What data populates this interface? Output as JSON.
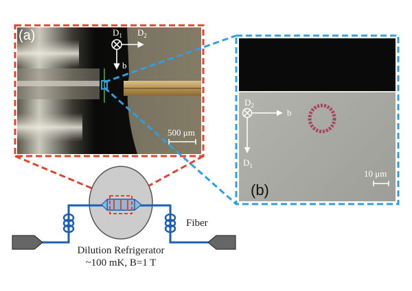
{
  "colors": {
    "zoom_red": "#e0442c",
    "zoom_blue": "#2e9fe0",
    "fiber": "#1a5fb4",
    "cryostat_fill": "#cccccc",
    "connector": "#666666"
  },
  "panel_a": {
    "label": "(a)",
    "axis_d1": "D",
    "axis_d1_sub": "1",
    "axis_d2": "D",
    "axis_d2_sub": "2",
    "axis_b": "b",
    "scale_bar": "500 μm"
  },
  "panel_b": {
    "label": "(b)",
    "axis_d2": "D",
    "axis_d2_sub": "2",
    "axis_b": "b",
    "axis_d1": "D",
    "axis_d1_sub": "1",
    "scale_bar": "10 μm"
  },
  "setup": {
    "fiber_label": "Fiber",
    "fridge_line1": "Dilution Refrigerator",
    "fridge_line2": "~100 mK, B=1 T"
  }
}
